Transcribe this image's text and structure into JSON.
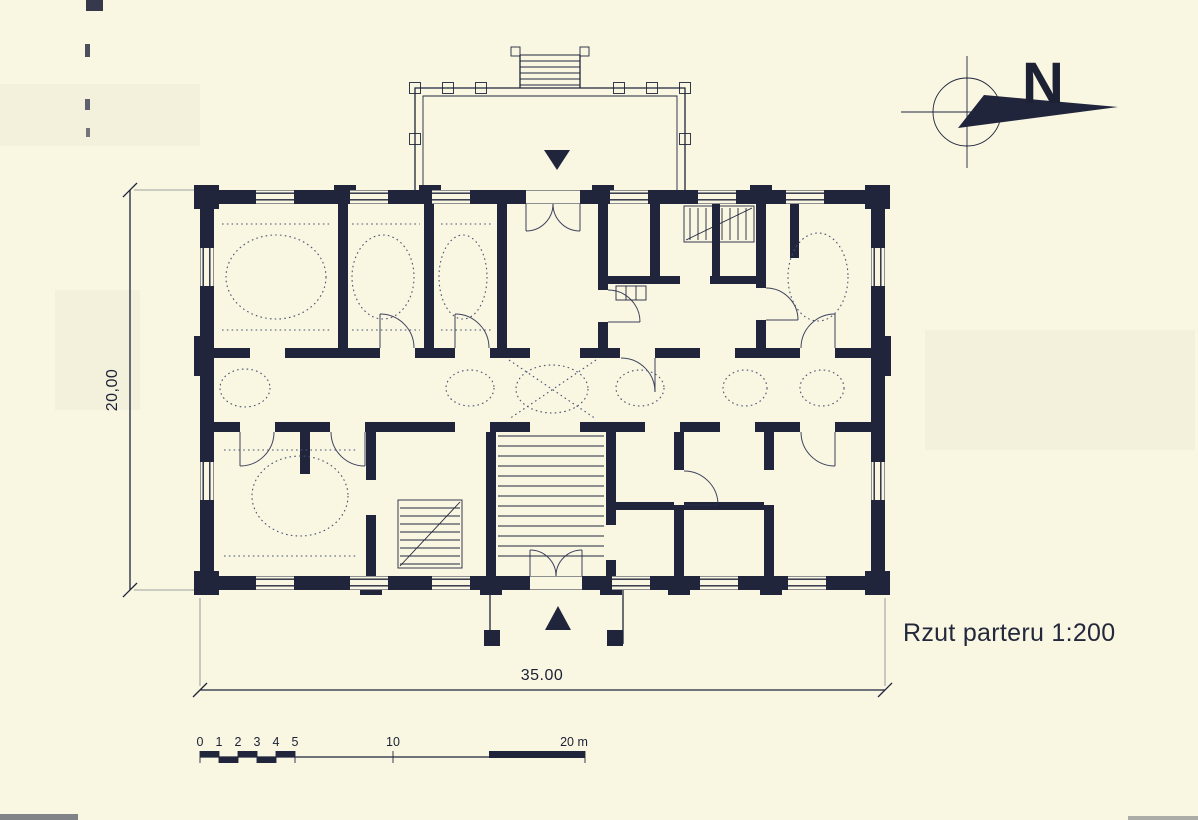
{
  "page": {
    "background": "#f9f6e2",
    "ink": "#20253c"
  },
  "title": {
    "text": "Rzut parteru 1:200"
  },
  "north": {
    "label": "N"
  },
  "dimensions": {
    "height_label": "20,00",
    "width_label": "35.00"
  },
  "scale_bar": {
    "ticks": [
      "0",
      "1",
      "2",
      "3",
      "4",
      "5"
    ],
    "mid_label": "10",
    "end_label": "20 m"
  }
}
